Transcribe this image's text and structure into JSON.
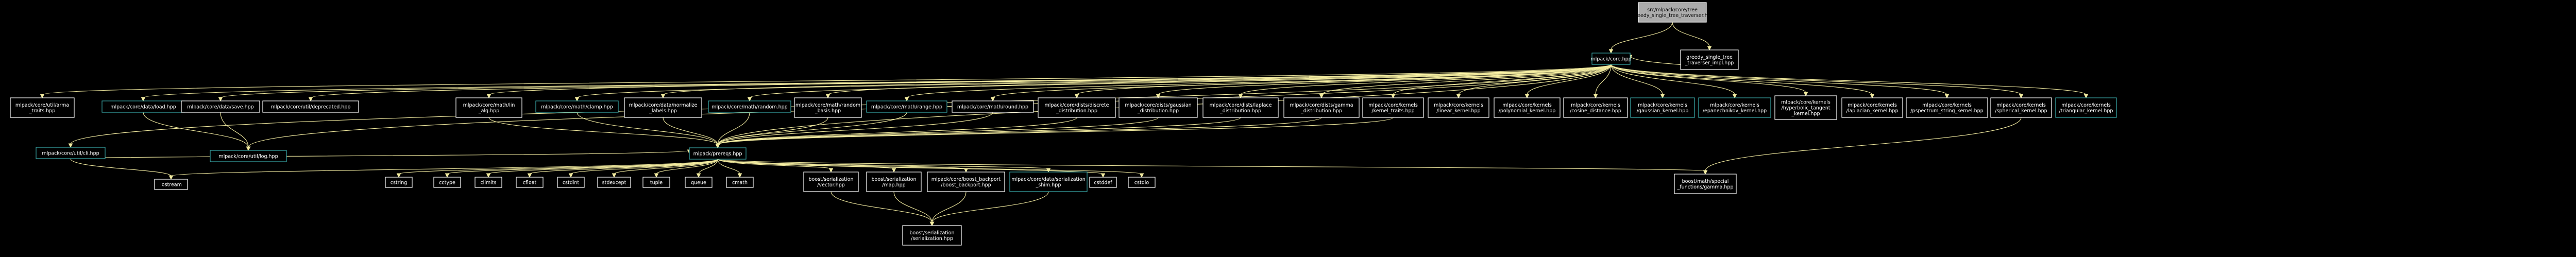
{
  "nodes": [
    {
      "id": "root",
      "lines": [
        "src/mlpack/core/tree",
        "/greedy_single_tree_traverser.hpp"
      ],
      "style": "root"
    },
    {
      "id": "impl",
      "lines": [
        "greedy_single_tree",
        "_traverser_impl.hpp"
      ],
      "style": "plain"
    },
    {
      "id": "core",
      "lines": [
        "mlpack/core.hpp"
      ],
      "style": "teal"
    },
    {
      "id": "arma_traits",
      "lines": [
        "mlpack/core/util/arma",
        "_traits.hpp"
      ],
      "style": "plain"
    },
    {
      "id": "load",
      "lines": [
        "mlpack/core/data/load.hpp"
      ],
      "style": "teal"
    },
    {
      "id": "save",
      "lines": [
        "mlpack/core/data/save.hpp"
      ],
      "style": "plain"
    },
    {
      "id": "deprecated",
      "lines": [
        "mlpack/core/util/deprecated.hpp"
      ],
      "style": "plain"
    },
    {
      "id": "lin_alg",
      "lines": [
        "mlpack/core/math/lin",
        "_alg.hpp"
      ],
      "style": "plain"
    },
    {
      "id": "clamp",
      "lines": [
        "mlpack/core/math/clamp.hpp"
      ],
      "style": "teal"
    },
    {
      "id": "normalize",
      "lines": [
        "mlpack/core/data/normalize",
        "_labels.hpp"
      ],
      "style": "plain"
    },
    {
      "id": "random",
      "lines": [
        "mlpack/core/math/random.hpp"
      ],
      "style": "teal"
    },
    {
      "id": "random_basis",
      "lines": [
        "mlpack/core/math/random",
        "_basis.hpp"
      ],
      "style": "plain"
    },
    {
      "id": "range",
      "lines": [
        "mlpack/core/math/range.hpp"
      ],
      "style": "teal"
    },
    {
      "id": "round",
      "lines": [
        "mlpack/core/math/round.hpp"
      ],
      "style": "plain"
    },
    {
      "id": "discrete",
      "lines": [
        "mlpack/core/dists/discrete",
        "_distribution.hpp"
      ],
      "style": "plain"
    },
    {
      "id": "gaussian_dist",
      "lines": [
        "mlpack/core/dists/gaussian",
        "_distribution.hpp"
      ],
      "style": "plain"
    },
    {
      "id": "laplace",
      "lines": [
        "mlpack/core/dists/laplace",
        "_distribution.hpp"
      ],
      "style": "plain"
    },
    {
      "id": "gamma_dist",
      "lines": [
        "mlpack/core/dists/gamma",
        "_distribution.hpp"
      ],
      "style": "plain"
    },
    {
      "id": "kernel_traits",
      "lines": [
        "mlpack/core/kernels",
        "/kernel_traits.hpp"
      ],
      "style": "plain"
    },
    {
      "id": "linear_kernel",
      "lines": [
        "mlpack/core/kernels",
        "/linear_kernel.hpp"
      ],
      "style": "plain"
    },
    {
      "id": "polynomial",
      "lines": [
        "mlpack/core/kernels",
        "/polynomial_kernel.hpp"
      ],
      "style": "plain"
    },
    {
      "id": "cosine",
      "lines": [
        "mlpack/core/kernels",
        "/cosine_distance.hpp"
      ],
      "style": "plain"
    },
    {
      "id": "gaussian_kernel",
      "lines": [
        "mlpack/core/kernels",
        "/gaussian_kernel.hpp"
      ],
      "style": "teal"
    },
    {
      "id": "epanechnikov",
      "lines": [
        "mlpack/core/kernels",
        "/epanechnikov_kernel.hpp"
      ],
      "style": "teal"
    },
    {
      "id": "hyperbolic",
      "lines": [
        "mlpack/core/kernels",
        "/hyperbolic_tangent",
        "_kernel.hpp"
      ],
      "style": "plain"
    },
    {
      "id": "laplacian",
      "lines": [
        "mlpack/core/kernels",
        "/laplacian_kernel.hpp"
      ],
      "style": "plain"
    },
    {
      "id": "pspectrum",
      "lines": [
        "mlpack/core/kernels",
        "/pspectrum_string_kernel.hpp"
      ],
      "style": "plain"
    },
    {
      "id": "spherical",
      "lines": [
        "mlpack/core/kernels",
        "/spherical_kernel.hpp"
      ],
      "style": "plain"
    },
    {
      "id": "triangular",
      "lines": [
        "mlpack/core/kernels",
        "/triangular_kernel.hpp"
      ],
      "style": "teal"
    },
    {
      "id": "log",
      "lines": [
        "mlpack/core/util/log.hpp"
      ],
      "style": "teal"
    },
    {
      "id": "cli",
      "lines": [
        "mlpack/core/util/cli.hpp"
      ],
      "style": "teal"
    },
    {
      "id": "prereqs",
      "lines": [
        "mlpack/prereqs.hpp"
      ],
      "style": "teal"
    },
    {
      "id": "iostream",
      "lines": [
        "iostream"
      ],
      "style": "plain"
    },
    {
      "id": "cstring",
      "lines": [
        "cstring"
      ],
      "style": "plain"
    },
    {
      "id": "cctype",
      "lines": [
        "cctype"
      ],
      "style": "plain"
    },
    {
      "id": "climits",
      "lines": [
        "climits"
      ],
      "style": "plain"
    },
    {
      "id": "cfloat",
      "lines": [
        "cfloat"
      ],
      "style": "plain"
    },
    {
      "id": "cstdint",
      "lines": [
        "cstdint"
      ],
      "style": "plain"
    },
    {
      "id": "stdexcept",
      "lines": [
        "stdexcept"
      ],
      "style": "plain"
    },
    {
      "id": "tuple",
      "lines": [
        "tuple"
      ],
      "style": "plain"
    },
    {
      "id": "queue",
      "lines": [
        "queue"
      ],
      "style": "plain"
    },
    {
      "id": "cmath",
      "lines": [
        "cmath"
      ],
      "style": "plain"
    },
    {
      "id": "ser_vector",
      "lines": [
        "boost/serialization",
        "/vector.hpp"
      ],
      "style": "plain"
    },
    {
      "id": "ser_map",
      "lines": [
        "boost/serialization",
        "/map.hpp"
      ],
      "style": "plain"
    },
    {
      "id": "boost_backport",
      "lines": [
        "mlpack/core/boost_backport",
        "/boost_backport.hpp"
      ],
      "style": "plain"
    },
    {
      "id": "ser_shim",
      "lines": [
        "mlpack/core/data/serialization",
        "_shim.hpp"
      ],
      "style": "teal"
    },
    {
      "id": "cstddef",
      "lines": [
        "cstddef"
      ],
      "style": "plain"
    },
    {
      "id": "cstdio",
      "lines": [
        "cstdio"
      ],
      "style": "plain"
    },
    {
      "id": "ser_serialization",
      "lines": [
        "boost/serialization",
        "/serialization.hpp"
      ],
      "style": "plain"
    },
    {
      "id": "gamma_boost",
      "lines": [
        "boost/math/special",
        "_functions/gamma.hpp"
      ],
      "style": "plain"
    }
  ]
}
